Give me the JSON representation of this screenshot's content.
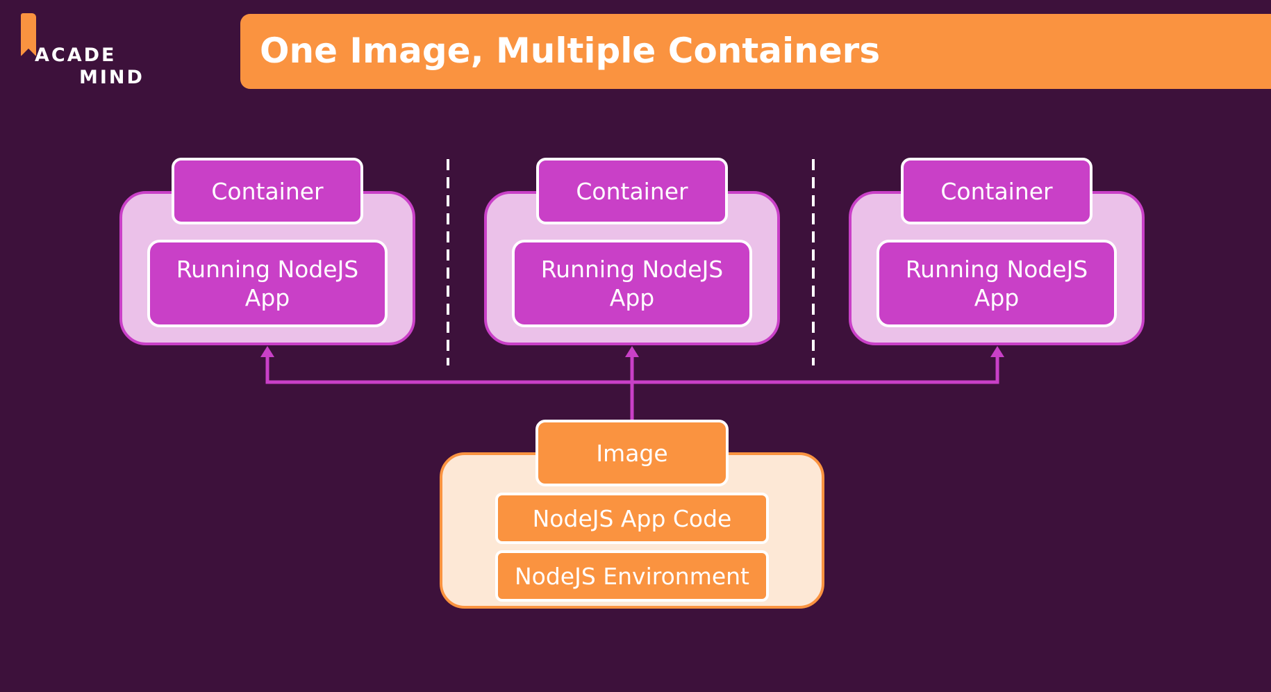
{
  "logo": {
    "line1": "ACADE",
    "line2": "MIND"
  },
  "title": "One Image, Multiple Containers",
  "containers": [
    {
      "header": "Container",
      "body": "Running NodeJS App"
    },
    {
      "header": "Container",
      "body": "Running NodeJS App"
    },
    {
      "header": "Container",
      "body": "Running NodeJS App"
    }
  ],
  "image": {
    "header": "Image",
    "layers": [
      "NodeJS App Code",
      "NodeJS Environment"
    ]
  },
  "colors": {
    "background": "#3d113b",
    "accent_orange": "#fa9340",
    "accent_purple": "#c940c7",
    "container_fill": "#ebc1e9",
    "image_fill": "#fde8d6"
  }
}
